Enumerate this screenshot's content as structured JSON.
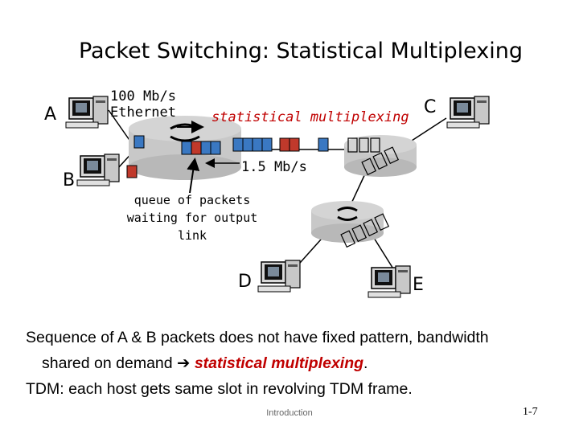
{
  "title": "Packet Switching: Statistical Multiplexing",
  "hosts": {
    "a": "A",
    "b": "B",
    "c": "C",
    "d": "D",
    "e": "E"
  },
  "link_a": "100 Mb/s\nEthernet",
  "stat_mux_label": "statistical multiplexing",
  "link_out": "1.5 Mb/s",
  "queue_label": "queue of packets\nwaiting for output\nlink",
  "bullets": {
    "line1_pre": "Sequence of A & B packets does not have fixed pattern, bandwidth",
    "line2_pre": "shared on demand ",
    "line2_em": "statistical multiplexing",
    "line2_post": ".",
    "line3": "TDM: each host gets same slot in revolving TDM frame."
  },
  "footer": "Introduction",
  "page_number": "1-7",
  "colors": {
    "packet_blue": "#3a78c2",
    "packet_red": "#c0392b",
    "router_gray": "#c8c8c8",
    "accent_red": "#c00000"
  },
  "icons": [
    "computer-icon",
    "router-icon",
    "arrow-right-icon"
  ]
}
